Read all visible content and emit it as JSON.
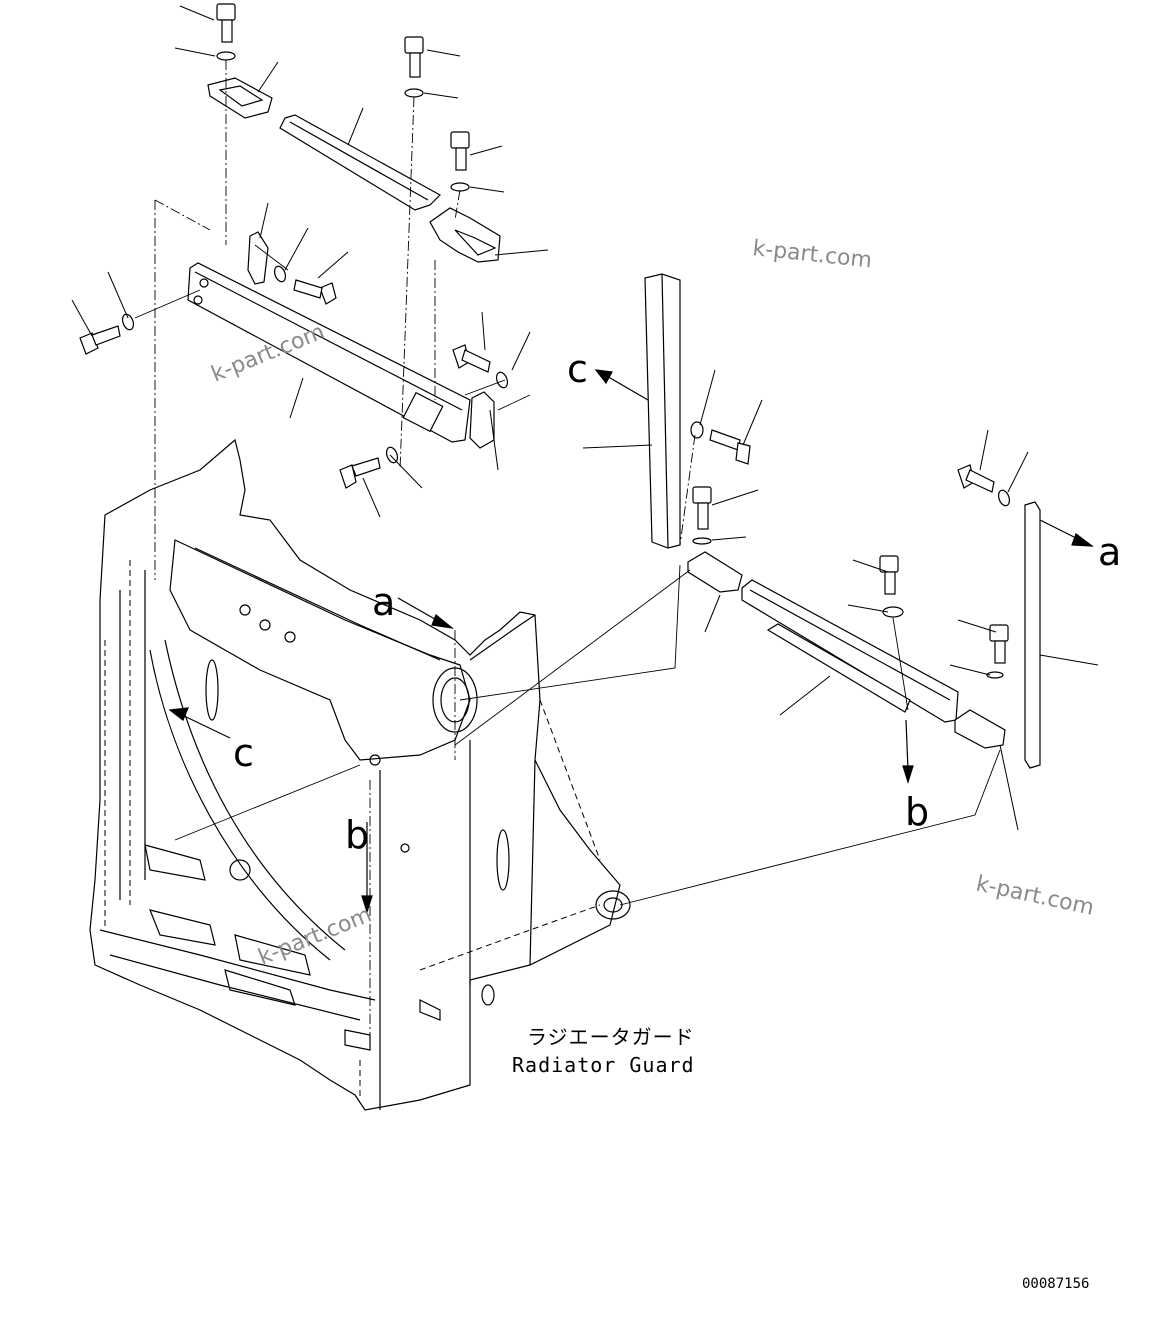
{
  "caption": {
    "japanese": "ラジエータガード",
    "english": "Radiator Guard"
  },
  "reference_number": "00087156",
  "watermarks": [
    "k-part.com",
    "k-part.com",
    "k-part.com",
    "k-part.com"
  ],
  "view_letters": {
    "a_frame": "a",
    "a_right": "a",
    "b_frame": "b",
    "b_right": "b",
    "c_frame": "c",
    "c_right": "c"
  },
  "colors": {
    "line": "#000000",
    "watermark": "#8a8a8a",
    "background": "#ffffff"
  }
}
